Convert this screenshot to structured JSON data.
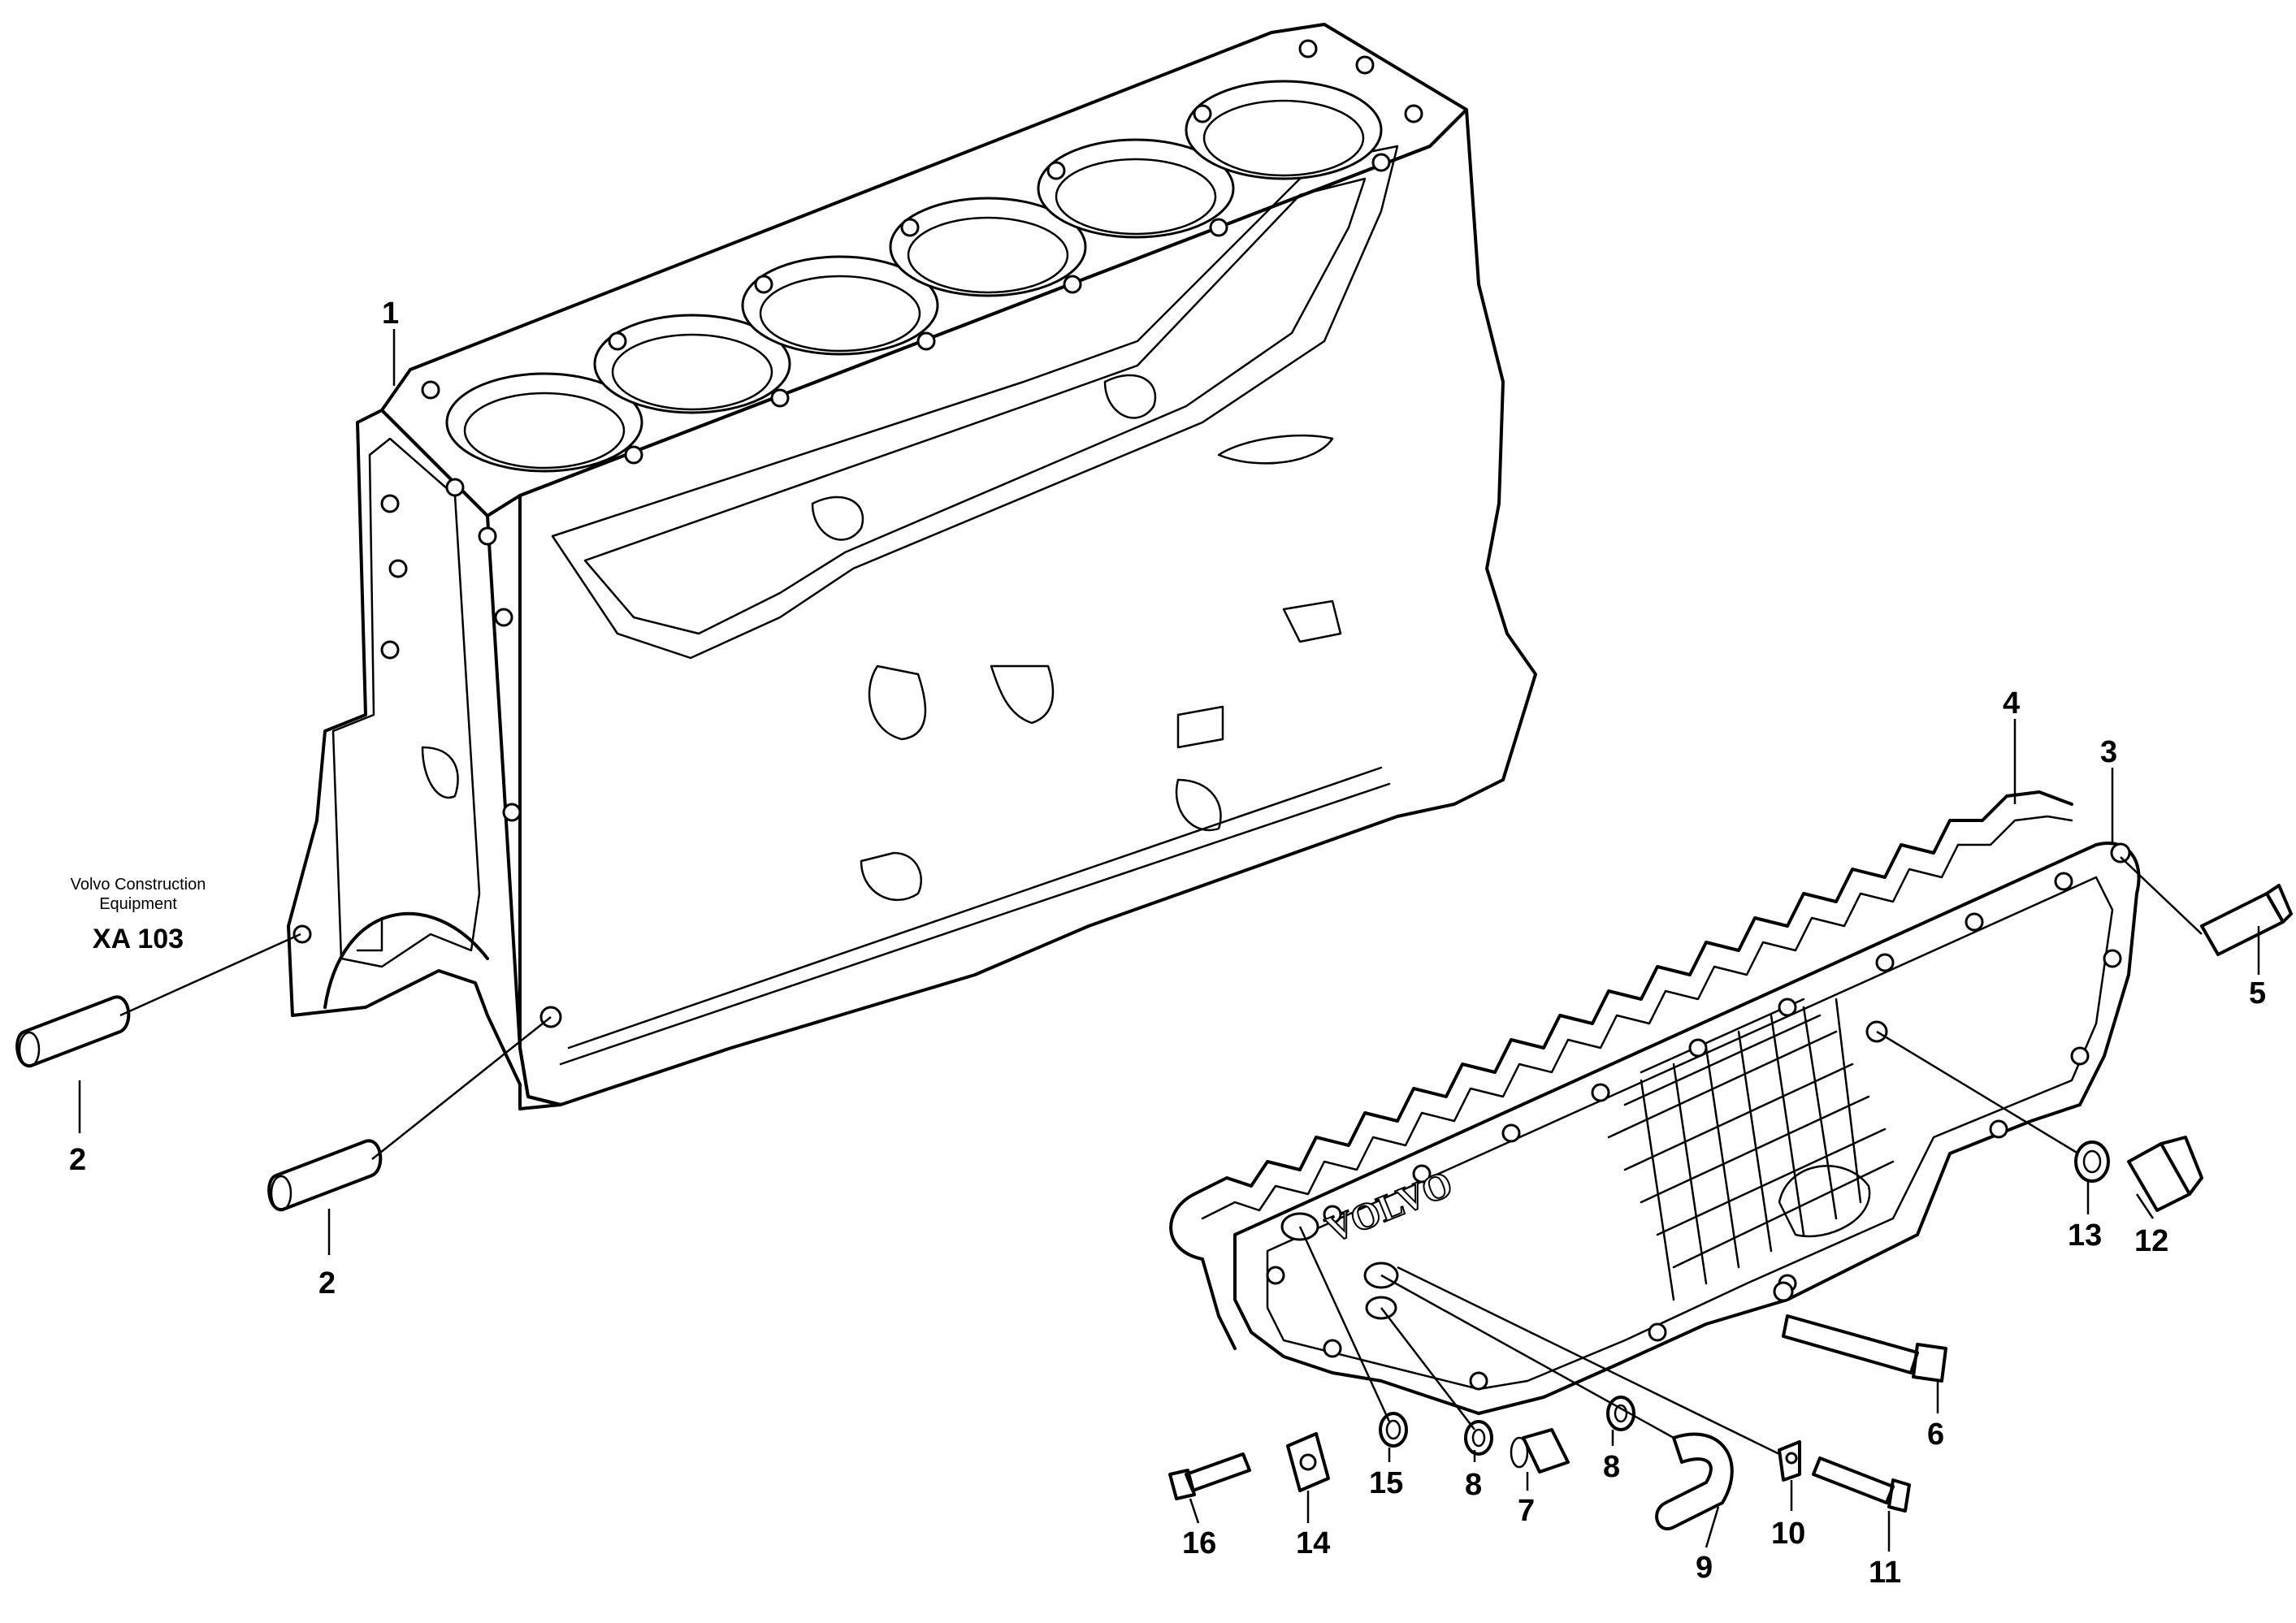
{
  "footer": {
    "line1": "Volvo Construction",
    "line2": "Equipment",
    "ref": "XA 103"
  },
  "diagram": {
    "brand_on_pan": "VOLVO",
    "callouts": [
      "1",
      "2",
      "2",
      "3",
      "4",
      "5",
      "6",
      "7",
      "8",
      "8",
      "9",
      "10",
      "11",
      "12",
      "13",
      "14",
      "15",
      "16"
    ]
  }
}
